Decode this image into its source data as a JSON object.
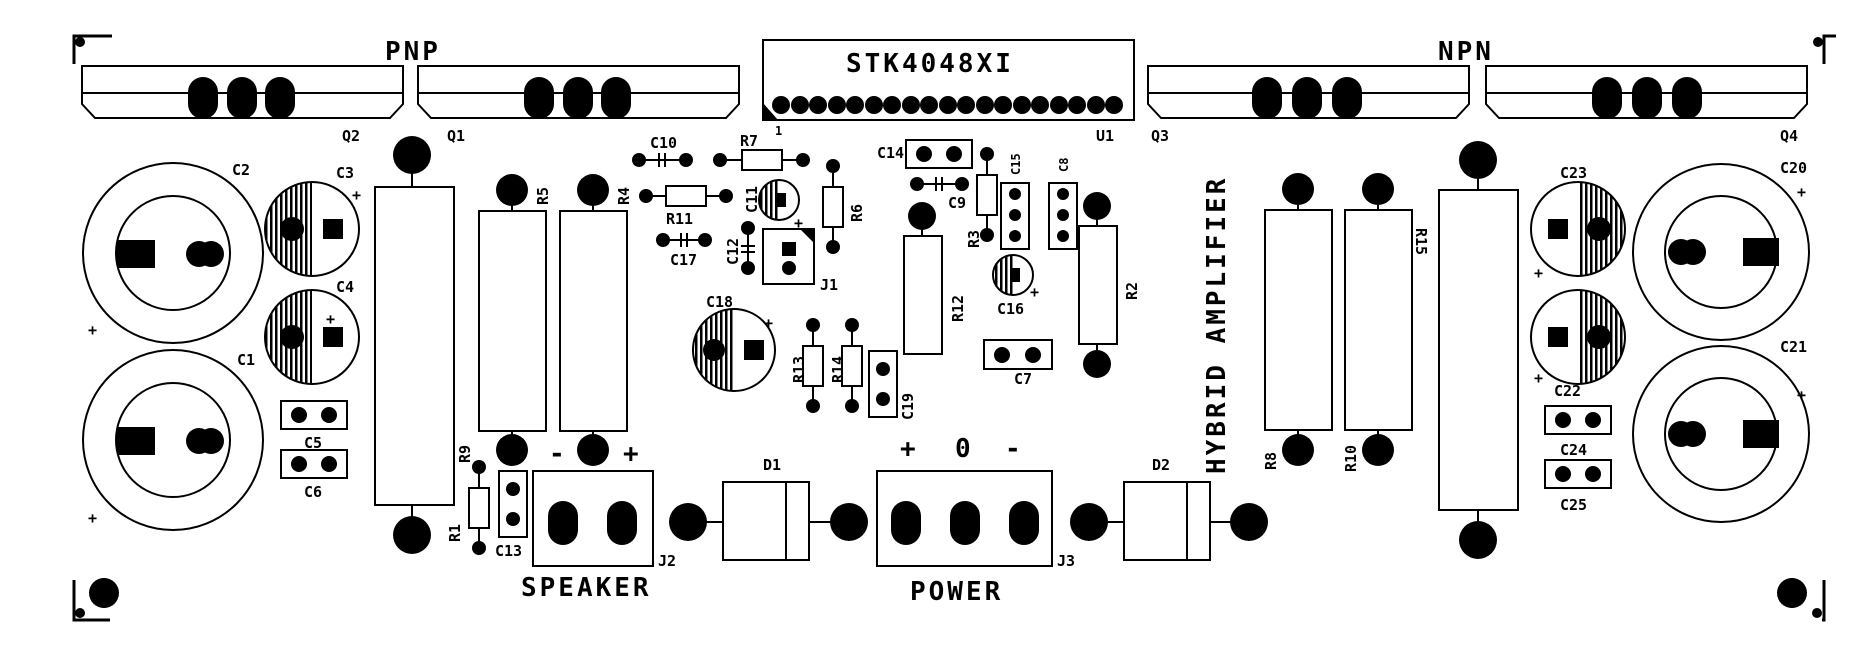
{
  "header": {
    "left_group": "PNP",
    "right_group": "NPN",
    "ic_name": "STK4048XI",
    "ic_pin1": "1",
    "vertical_title": "HYBRID AMPLIFIER"
  },
  "transistors": {
    "q1": "Q1",
    "q2": "Q2",
    "q3": "Q3",
    "q4": "Q4",
    "u1": "U1"
  },
  "resistors": {
    "r1": "R1",
    "r2": "R2",
    "r3": "R3",
    "r4": "R4",
    "r5": "R5",
    "r6": "R6",
    "r7": "R7",
    "r8": "R8",
    "r9": "R9",
    "r10": "R10",
    "r11": "R11",
    "r12": "R12",
    "r13": "R13",
    "r14": "R14",
    "r15": "R15"
  },
  "capacitors": {
    "c1": "C1",
    "c2": "C2",
    "c3": "C3",
    "c4": "C4",
    "c5": "C5",
    "c6": "C6",
    "c7": "C7",
    "c8": "C8",
    "c9": "C9",
    "c10": "C10",
    "c11": "C11",
    "c12": "C12",
    "c13": "C13",
    "c14": "C14",
    "c15": "C15",
    "c16": "C16",
    "c17": "C17",
    "c18": "C18",
    "c19": "C19",
    "c20": "C20",
    "c21": "C21",
    "c22": "C22",
    "c23": "C23",
    "c24": "C24",
    "c25": "C25"
  },
  "diodes": {
    "d1": "D1",
    "d2": "D2"
  },
  "connectors": {
    "j1": "J1",
    "j2": "J2",
    "j3": "J3",
    "speaker_label": "SPEAKER",
    "speaker_minus": "-",
    "speaker_plus": "+",
    "power_label": "POWER",
    "power_plus": "+",
    "power_zero": "0",
    "power_minus": "-"
  },
  "polarity": {
    "plus": "+"
  }
}
